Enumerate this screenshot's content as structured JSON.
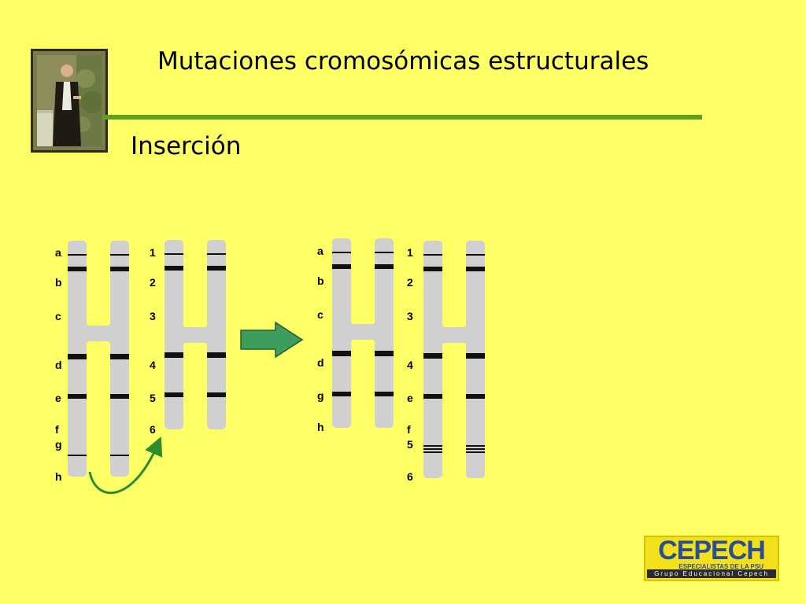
{
  "slide": {
    "title": "Mutaciones cromosómicas estructurales",
    "subtitle": "Inserción"
  },
  "colors": {
    "background": "#FFFF66",
    "rule": "#5FA01E",
    "chromosome": "#D0D0D0",
    "band": "#111111",
    "arrow_fill": "#3C9D5C",
    "curve_arrow": "#2E8B2E"
  },
  "diagram": {
    "before": {
      "left_labels": [
        "a",
        "b",
        "c",
        "d",
        "e",
        "f",
        "g",
        "h"
      ],
      "right_labels": [
        "1",
        "2",
        "3",
        "4",
        "5",
        "6"
      ]
    },
    "after": {
      "left_labels": [
        "a",
        "b",
        "c",
        "d",
        "g",
        "h"
      ],
      "right_labels": [
        "1",
        "2",
        "3",
        "4",
        "e",
        "f",
        "5",
        "6"
      ]
    }
  },
  "logo": {
    "name": "CEPECH",
    "tagline": "ESPECIALISTAS DE LA PSU",
    "band": "Grupo Educacional Cepech"
  }
}
